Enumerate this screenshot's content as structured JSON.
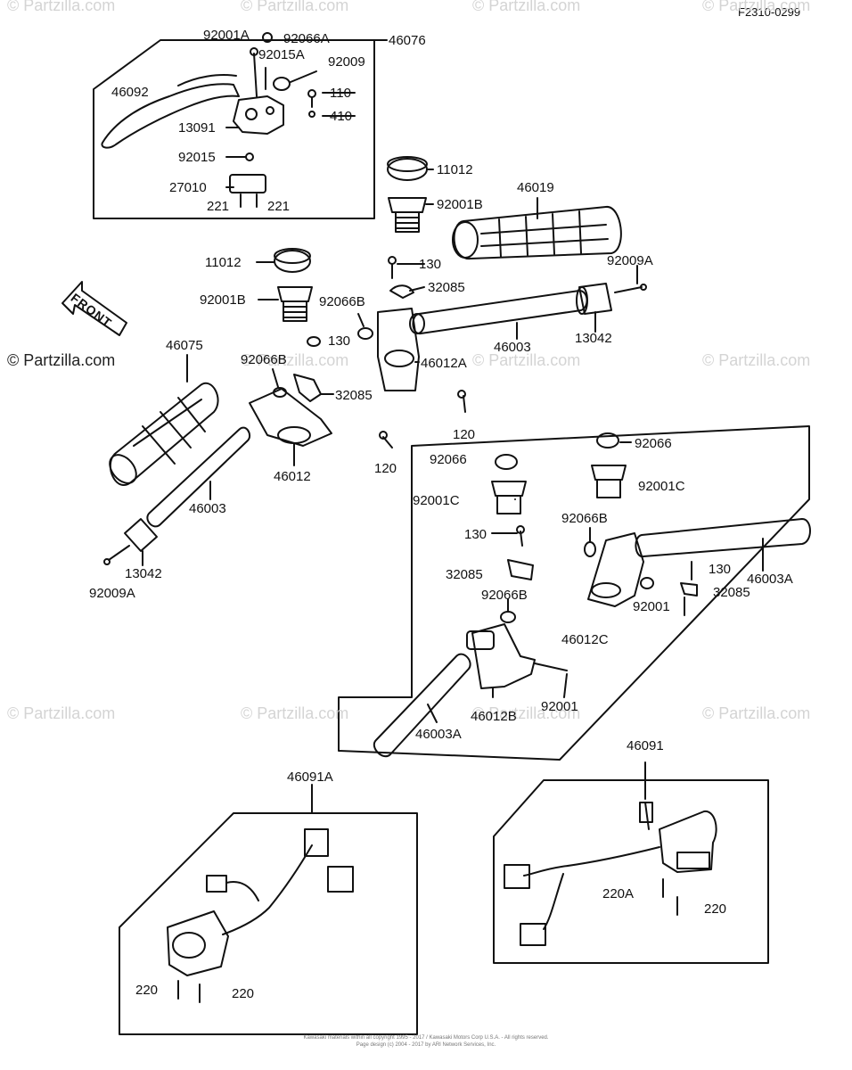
{
  "diagram_ref": "F2310-0299",
  "watermark": "© Partzilla.com",
  "front_arrow": "FRONT",
  "copyright_lines": [
    "Kawasaki materials within all copyright 1995 - 2017 / Kawasaki Motors Corp U.S.A. - All rights reserved.",
    "Page design (c) 2004 - 2017 by ARI Network Services, Inc."
  ],
  "parts": {
    "p46076": "46076",
    "p92001A": "92001A",
    "p92066A": "92066A",
    "p92015A": "92015A",
    "p92009": "92009",
    "p46092": "46092",
    "p110": "110",
    "p410": "410",
    "p13091": "13091",
    "p92015": "92015",
    "p27010": "27010",
    "p221a": "221",
    "p221b": "221",
    "p11012a": "11012",
    "p46019": "46019",
    "p92001B_a": "92001B",
    "p130a": "130",
    "p92009A_a": "92009A",
    "p11012b": "11012",
    "p32085a": "32085",
    "p92066B_a": "92066B",
    "p92001B_b": "92001B",
    "p130b": "130",
    "p46003a": "46003",
    "p13042a": "13042",
    "p46012A": "46012A",
    "p46075": "46075",
    "p92066B_b": "92066B",
    "p32085b": "32085",
    "p120a": "120",
    "p120b": "120",
    "p46012": "46012",
    "p46003b": "46003",
    "p13042b": "13042",
    "p92009A_b": "92009A",
    "p92066_a": "92066",
    "p92066_b": "92066",
    "p92001C_a": "92001C",
    "p92001C_b": "92001C",
    "p130c": "130",
    "p92066B_c": "92066B",
    "p32085c": "32085",
    "p92066B_d": "92066B",
    "p130d": "130",
    "p46003A_a": "46003A",
    "p32085d": "32085",
    "p92001a": "92001",
    "p46012C": "46012C",
    "p46012B": "46012B",
    "p92001b": "92001",
    "p46003A_b": "46003A",
    "p46091": "46091",
    "p46091A": "46091A",
    "p220A": "220A",
    "p220a": "220",
    "p220b": "220",
    "p220c": "220"
  }
}
